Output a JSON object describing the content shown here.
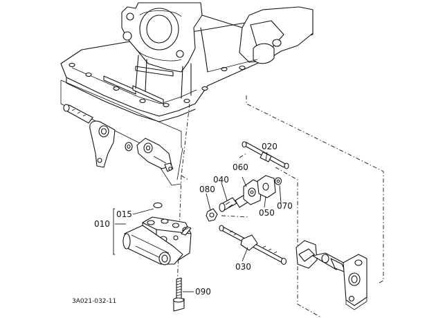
{
  "diagram": {
    "drawing_code": "3A021-032-11",
    "part_labels": {
      "p010": "010",
      "p015": "015",
      "p020": "020",
      "p030": "030",
      "p040": "040",
      "p050": "050",
      "p060": "060",
      "p070": "070",
      "p080": "080",
      "p090": "090"
    }
  }
}
